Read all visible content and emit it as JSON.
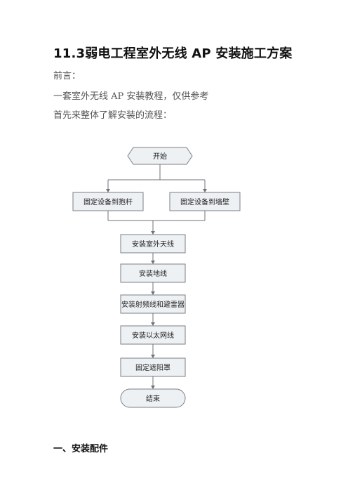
{
  "document": {
    "title": "11.3弱电工程室外无线 AP 安装施工方案",
    "paragraphs": [
      "前言：",
      "一套室外无线 AP 安装教程，仅供参考",
      "首先来整体了解安装的流程："
    ],
    "section_heading": "一、安装配件"
  },
  "flowchart": {
    "start": "开始",
    "branch_left": "固定设备到抱杆",
    "branch_right": "固定设备到墙壁",
    "steps": [
      "安装室外天线",
      "安装地线",
      "安装射频线和避雷器",
      "安装以太网线",
      "固定遮阳罩"
    ],
    "end": "结束"
  }
}
